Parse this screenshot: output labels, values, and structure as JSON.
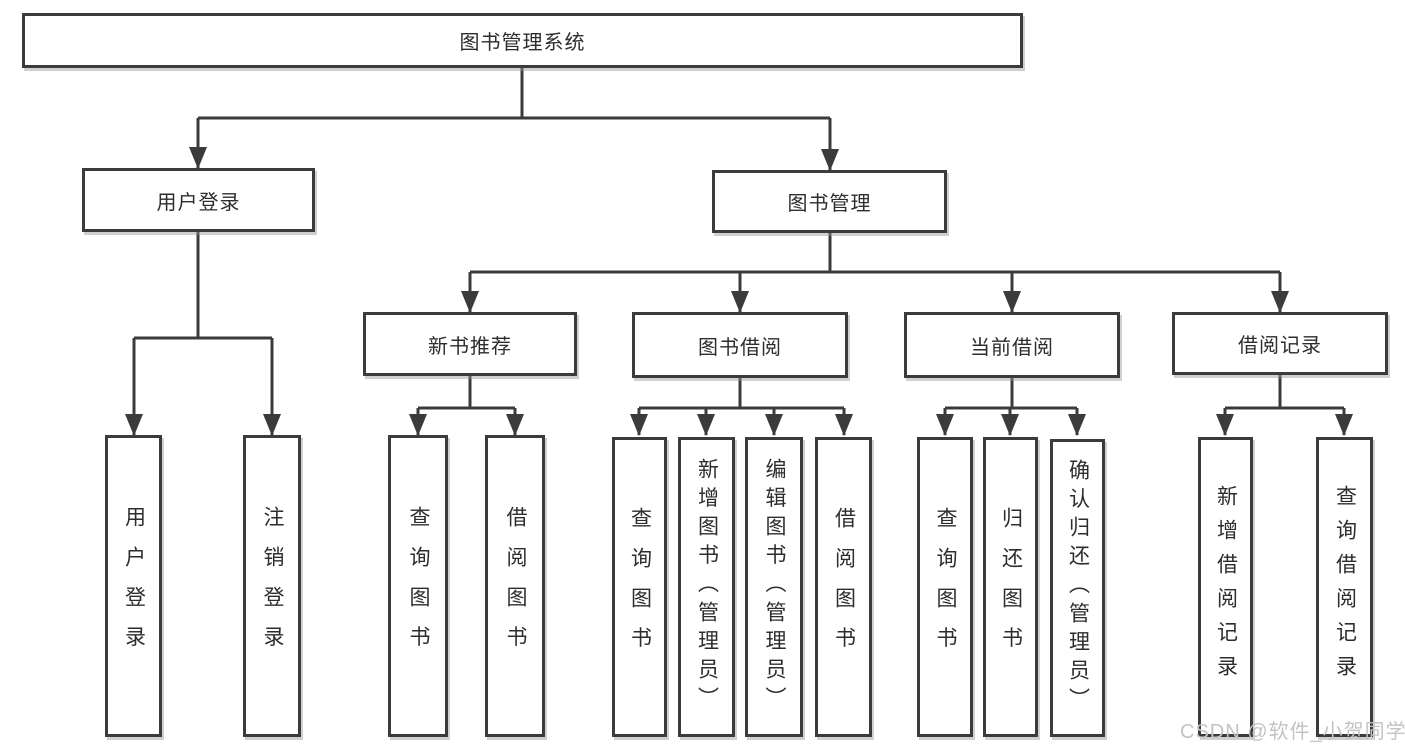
{
  "tree": {
    "root": {
      "label": "图书管理系统"
    },
    "children": [
      {
        "label": "用户登录",
        "children": [
          {
            "label": "用户登录"
          },
          {
            "label": "注销登录"
          }
        ]
      },
      {
        "label": "图书管理",
        "children": [
          {
            "label": "新书推荐",
            "children": [
              {
                "label": "查询图书"
              },
              {
                "label": "借阅图书"
              }
            ]
          },
          {
            "label": "图书借阅",
            "children": [
              {
                "label": "查询图书"
              },
              {
                "label": "新增图书（管理员）"
              },
              {
                "label": "编辑图书（管理员）"
              },
              {
                "label": "借阅图书"
              }
            ]
          },
          {
            "label": "当前借阅",
            "children": [
              {
                "label": "查询图书"
              },
              {
                "label": "归还图书"
              },
              {
                "label": "确认归还（管理员）"
              }
            ]
          },
          {
            "label": "借阅记录",
            "children": [
              {
                "label": "新增借阅记录"
              },
              {
                "label": "查询借阅记录"
              }
            ]
          }
        ]
      }
    ]
  },
  "watermark": {
    "text": "CSDN @软件_小贺同学"
  },
  "colors": {
    "line": "#3b3b3b",
    "box_border": "#3b3b3b",
    "box_fill": "#ffffff",
    "text": "#2d2d2d",
    "watermark": "#c3c3c3"
  }
}
